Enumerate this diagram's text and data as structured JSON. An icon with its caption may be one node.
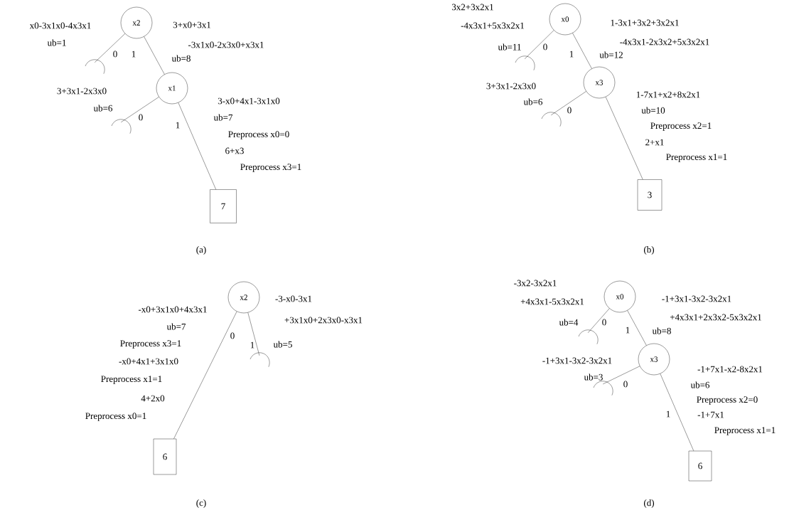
{
  "diagram": {
    "nodes": [
      {
        "text": [
          "x2"
        ]
      },
      {
        "text": [],
        "shape": "arc"
      },
      {
        "text": [
          "x1"
        ]
      },
      {
        "text": [],
        "shape": "arc"
      },
      {
        "text": [
          "7"
        ]
      },
      {
        "text": [
          "x0"
        ]
      },
      {
        "text": [],
        "shape": "arc"
      },
      {
        "text": [
          "x3"
        ]
      },
      {
        "text": [],
        "shape": "arc"
      },
      {
        "text": [
          "3"
        ]
      },
      {
        "text": [
          "x2"
        ]
      },
      {
        "text": [
          "6"
        ]
      },
      {
        "text": [],
        "shape": "arc"
      },
      {
        "text": [
          "x0"
        ]
      },
      {
        "text": [],
        "shape": "arc"
      },
      {
        "text": [
          "x3"
        ]
      },
      {
        "text": [],
        "shape": "arc"
      },
      {
        "text": [
          "6"
        ]
      }
    ],
    "edges": [
      {
        "from": 0,
        "to": 1,
        "arrow": "none",
        "label": "0"
      },
      {
        "from": 0,
        "to": 2,
        "arrow": "none",
        "label": "1"
      },
      {
        "from": 2,
        "to": 3,
        "arrow": "none",
        "label": "0"
      },
      {
        "from": 2,
        "to": 4,
        "arrow": "none",
        "label": "1"
      },
      {
        "from": 5,
        "to": 6,
        "arrow": "none",
        "label": "0"
      },
      {
        "from": 5,
        "to": 7,
        "arrow": "none",
        "label": "1"
      },
      {
        "from": 7,
        "to": 8,
        "arrow": "none",
        "label": "0"
      },
      {
        "from": 7,
        "to": 9,
        "arrow": "none"
      },
      {
        "from": 10,
        "to": 11,
        "arrow": "none",
        "label": "0"
      },
      {
        "from": 10,
        "to": 12,
        "arrow": "none",
        "label": "1"
      },
      {
        "from": 13,
        "to": 14,
        "arrow": "none",
        "label": "0"
      },
      {
        "from": 13,
        "to": 15,
        "arrow": "none",
        "label": "1"
      },
      {
        "from": 15,
        "to": 16,
        "arrow": "none",
        "label": "0"
      },
      {
        "from": 15,
        "to": 17,
        "arrow": "none",
        "label": "1"
      }
    ],
    "labels": [
      "x0-3x1x0-4x3x1",
      "ub=1",
      "3+x0+3x1",
      "-3x1x0-2x3x0+x3x1",
      "ub=8",
      "3+3x1-2x3x0",
      "ub=6",
      "3-x0+4x1-3x1x0",
      "ub=7",
      "Preprocess x0=0",
      "6+x3",
      "Preprocess x3=1",
      "(a)",
      "3x2+3x2x1",
      "-4x3x1+5x3x2x1",
      "1-3x1+3x2+3x2x1",
      "-4x3x1-2x3x2+5x3x2x1",
      "ub=11",
      "ub=12",
      "3+3x1-2x3x0",
      "ub=6",
      "1-7x1+x2+8x2x1",
      "ub=10",
      "Preprocess x2=1",
      "2+x1",
      "Preprocess x1=1",
      "(b)",
      "-x0+3x1x0+4x3x1",
      "ub=7",
      "Preprocess x3=1",
      "-x0+4x1+3x1x0",
      "Preprocess x1=1",
      "4+2x0",
      "Preprocess x0=1",
      "-3-x0-3x1",
      "+3x1x0+2x3x0-x3x1",
      "ub=5",
      "(c)",
      "-3x2-3x2x1",
      "+4x3x1-5x3x2x1",
      "-1+3x1-3x2-3x2x1",
      "+4x3x1+2x3x2-5x3x2x1",
      "ub=4",
      "ub=8",
      "-1+3x1-3x2-3x2x1",
      "ub=3",
      "-1+7x1-x2-8x2x1",
      "ub=6",
      "Preprocess x2=0",
      "-1+7x1",
      "Preprocess x1=1",
      "(d)"
    ]
  }
}
